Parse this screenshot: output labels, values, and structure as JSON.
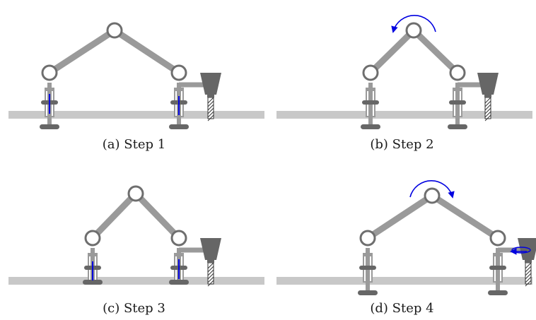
{
  "panels": [
    {
      "caption": "(a)  Step 1",
      "arrow": null,
      "foot_arrows": [
        "down",
        "up"
      ],
      "drill_arrow": false
    },
    {
      "caption": "(b)  Step 2",
      "arrow": "ccw",
      "foot_arrows": [],
      "drill_arrow": false
    },
    {
      "caption": "(c)  Step 3",
      "arrow": null,
      "foot_arrows": [
        "up",
        "down"
      ],
      "drill_arrow": false
    },
    {
      "caption": "(d)  Step 4",
      "arrow": "cw",
      "foot_arrows": [],
      "drill_arrow": true
    }
  ],
  "colors": {
    "ground": "#c8c8c8",
    "link": "#9a9a9a",
    "joint_stroke": "#6e6e6e",
    "dark": "#666666",
    "arrow": "#0000e0"
  }
}
